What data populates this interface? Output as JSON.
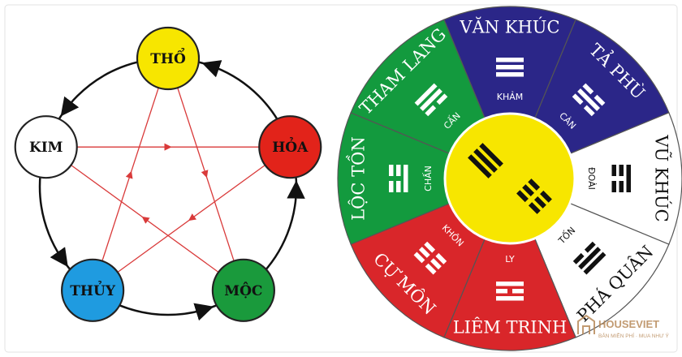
{
  "five_elements": {
    "nodes": [
      {
        "label": "THỔ",
        "color": "#f7e600"
      },
      {
        "label": "HỎA",
        "color": "#e2231a"
      },
      {
        "label": "MỘC",
        "color": "#1a9a3c"
      },
      {
        "label": "THỦY",
        "color": "#1f9be0"
      },
      {
        "label": "KIM",
        "color": "#ffffff"
      }
    ],
    "cycle_arrow_color": "#111111",
    "star_line_color": "#d93a3a"
  },
  "bagua": {
    "center_color": "#f7e600",
    "sectors": [
      {
        "label": "VĂN KHÚC",
        "sub": "KHẢM",
        "color": "#2b2688"
      },
      {
        "label": "TẢ PHÙ",
        "sub": "CÀN",
        "color": "#2b2688"
      },
      {
        "label": "VŨ KHÚC",
        "sub": "ĐOÀI",
        "color": "#ffffff"
      },
      {
        "label": "PHÁ QUÂN",
        "sub": "TỐN",
        "color": "#ffffff"
      },
      {
        "label": "LIÊM TRINH",
        "sub": "LY",
        "color": "#d9262a"
      },
      {
        "label": "CỰ MÔN",
        "sub": "KHÔN",
        "color": "#d9262a"
      },
      {
        "label": "LỘC TỒN",
        "sub": "CHẤN",
        "color": "#139a3e"
      },
      {
        "label": "THAM LANG",
        "sub": "CẤN",
        "color": "#139a3e"
      }
    ]
  },
  "watermark": {
    "brand": "HOUSEVIET",
    "tagline": "BẢN MIỄN PHÍ · MUA NHƯ Ý"
  }
}
